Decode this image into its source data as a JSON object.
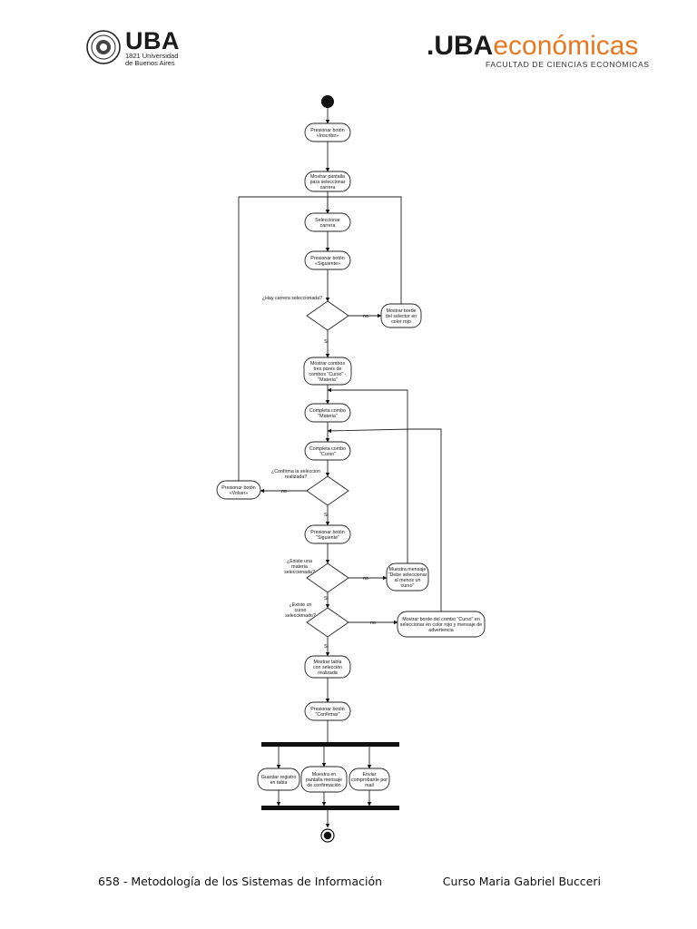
{
  "header": {
    "uba_logo": "UBA",
    "uba_subtitle": [
      "1821 Universidad",
      "de Buenos Aires"
    ],
    "eco_logo_prefix": ".UBA",
    "eco_logo_word": "económicas",
    "eco_subtitle": "FACULTAD DE CIENCIAS ECONÓMICAS"
  },
  "diagram": {
    "actions": {
      "a1": [
        "Presionar botón",
        "«Inscribir»"
      ],
      "a2": [
        "Mostrar pantalla",
        "para seleccionar",
        "carrera"
      ],
      "a3": [
        "Seleccionar",
        "carrera"
      ],
      "a4": [
        "Presionar botón",
        "«Siguiente»"
      ],
      "a5": [
        "Mostrar borde",
        "del selector en",
        "color rojo"
      ],
      "a6": [
        "Mostrar combos",
        "tres pares de",
        "combos \"Curso\" -",
        "\"Materia\""
      ],
      "a7": [
        "Completa combo",
        "\"Materia\""
      ],
      "a8": [
        "Completa combo",
        "\"Curso\""
      ],
      "a9": [
        "Presionar botón",
        "«Volver»"
      ],
      "a10": [
        "Presionar botón",
        "\"Siguiente\""
      ],
      "a11": [
        "Muestra mensaje",
        "\"Debe seleccionar",
        "al menos un",
        "curso\""
      ],
      "a12": [
        "Mostrar borde del combo \"Curso\" en",
        "seleccionar en color rojo y mensaje de",
        "advertencia"
      ],
      "a13": [
        "Mostrar tabla",
        "con selección",
        "realizada"
      ],
      "a14": [
        "Presionar botón",
        "\"Confirmar\""
      ],
      "a15": [
        "Guardar registro",
        "en tabla"
      ],
      "a16": [
        "Muestra en",
        "pantalla mensaje",
        "de confirmación"
      ],
      "a17": [
        "Enviar",
        "comprobante por",
        "mail"
      ]
    },
    "decisions": {
      "d1": [
        "¿Hay carrera seleccionada?"
      ],
      "d2": [
        "¿Confirma la seleccion",
        "realizada?"
      ],
      "d3": [
        "¿Existe una",
        "materia",
        "seleccionada?"
      ],
      "d4": [
        "¿Existe un",
        "curso",
        "seleccionado?"
      ]
    },
    "guards": {
      "no": "no",
      "si": "Si"
    }
  },
  "footer": {
    "left": "658 - Metodología de los Sistemas de Información",
    "right": "Curso Maria Gabriel Bucceri"
  }
}
